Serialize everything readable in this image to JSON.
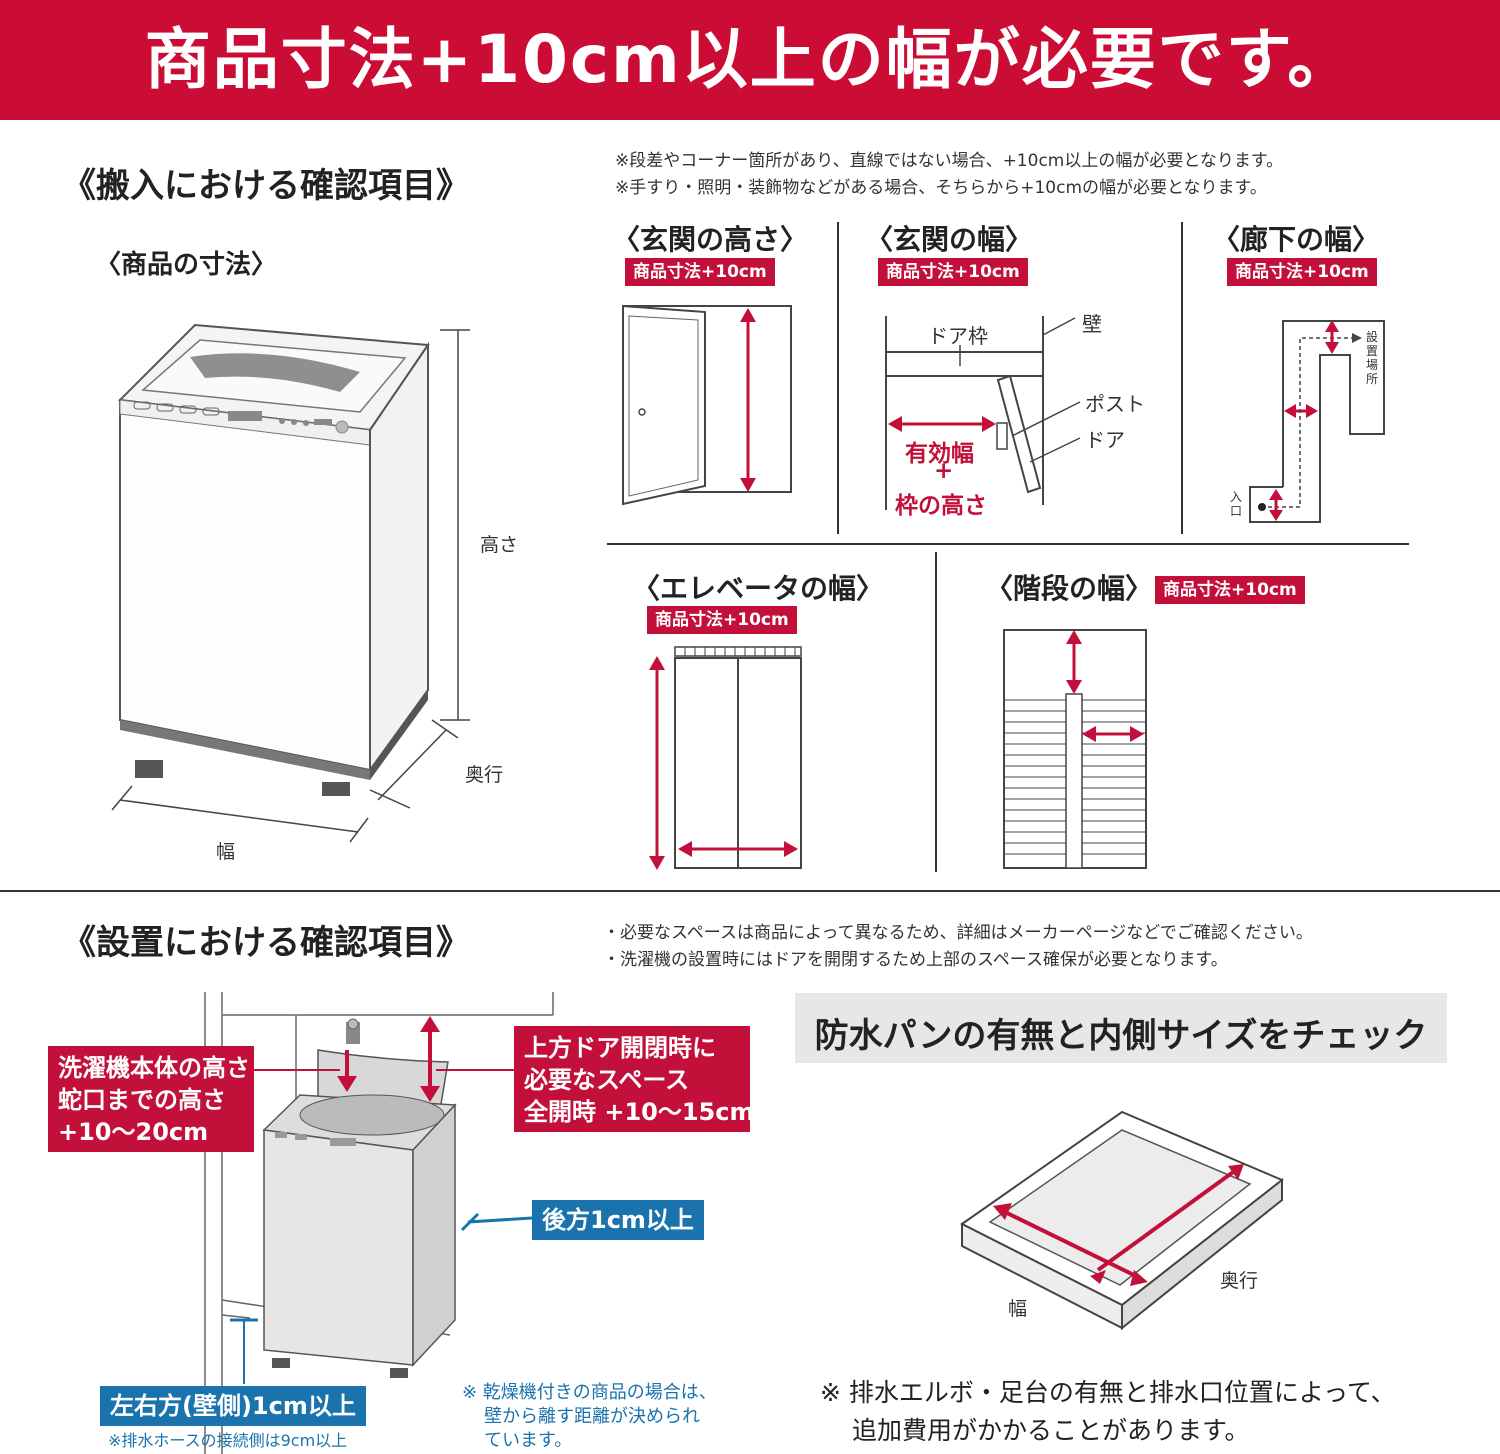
{
  "header": {
    "title": "商品寸法+10cm以上の幅が必要です。"
  },
  "delivery": {
    "title": "《搬入における確認項目》",
    "notes": [
      "※段差やコーナー箇所があり、直線ではない場合、+10cm以上の幅が必要となります。",
      "※手すり・照明・装飾物などがある場合、そちらから+10cmの幅が必要となります。"
    ],
    "product_dims": {
      "title": "〈商品の寸法〉",
      "height_label": "高さ",
      "depth_label": "奥行",
      "width_label": "幅"
    },
    "entrance_height": {
      "title": "〈玄関の高さ〉",
      "badge": "商品寸法+10cm"
    },
    "entrance_width": {
      "title": "〈玄関の幅〉",
      "badge": "商品寸法+10cm",
      "door_frame": "ドア枠",
      "wall": "壁",
      "post": "ポスト",
      "door": "ドア",
      "effective_width": "有効幅",
      "plus": "+",
      "frame_height": "枠の高さ"
    },
    "hallway_width": {
      "title": "〈廊下の幅〉",
      "badge": "商品寸法+10cm",
      "install_place": "設置場所",
      "entrance": "入口"
    },
    "elevator_width": {
      "title": "〈エレベータの幅〉",
      "badge": "商品寸法+10cm"
    },
    "stairs_width": {
      "title": "〈階段の幅〉",
      "badge": "商品寸法+10cm"
    }
  },
  "installation": {
    "title": "《設置における確認項目》",
    "notes": [
      "・必要なスペースは商品によって異なるため、詳細はメーカーページなどでご確認ください。",
      "・洗濯機の設置時にはドアを開閉するため上部のスペース確保が必要となります。"
    ],
    "callout_height": [
      "洗濯機本体の高さ",
      "蛇口までの高さ",
      "+10～20cm"
    ],
    "callout_door": [
      "上方ドア開閉時に",
      "必要なスペース",
      "全開時 +10～15cm"
    ],
    "back_clearance": "後方1cm以上",
    "side_clearance": "左右方(壁側)1cm以上",
    "hose_note": "※排水ホースの接続側は9cm以上",
    "dryer_note": [
      "※ 乾燥機付きの商品の場合は、",
      "壁から離す距離が決められ",
      "ています。"
    ],
    "pan_check": {
      "title": "防水パンの有無と内側サイズをチェック",
      "depth_label": "奥行",
      "width_label": "幅",
      "note": [
        "※ 排水エルボ・足台の有無と排水口位置によって、",
        "追加費用がかかることがあります。"
      ]
    }
  },
  "colors": {
    "accent_red": "#cb0d36",
    "blue": "#1a73ad",
    "gray_panel": "#e7e7e7"
  }
}
